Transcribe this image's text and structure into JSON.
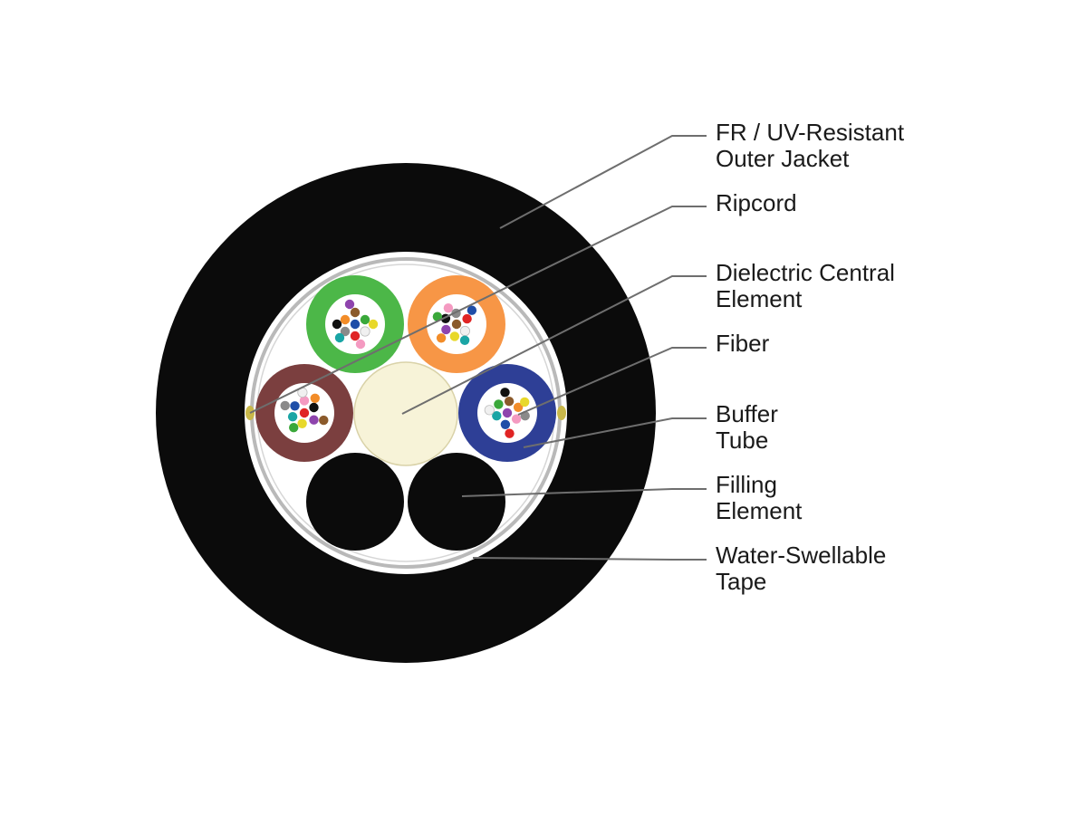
{
  "colors": {
    "jacket": "#0b0b0b",
    "core_background": "#ffffff",
    "tape": "#b9b9b9",
    "central_element": "#f7f3d8",
    "ripcord": "#c9b84a",
    "leader_line": "#6e6e6e",
    "label_text": "#1a1a1a"
  },
  "tubes": [
    {
      "name": "green-tube",
      "color": "#4cb748"
    },
    {
      "name": "orange-tube",
      "color": "#f79646"
    },
    {
      "name": "brown-tube",
      "color": "#7b3f3f"
    },
    {
      "name": "blue-tube",
      "color": "#2e3f96"
    }
  ],
  "fiber_colors": [
    "#1f4ea8",
    "#f28c28",
    "#3aa83a",
    "#8b5a2b",
    "#8a8a8a",
    "#f0f0f0",
    "#e02424",
    "#111111",
    "#e8d82a",
    "#8e44ad",
    "#f49ac1",
    "#1aa5a5"
  ],
  "labels": {
    "jacket": [
      "FR / UV-Resistant",
      "Outer Jacket"
    ],
    "ripcord": [
      "Ripcord"
    ],
    "central": [
      "Dielectric Central",
      "Element"
    ],
    "fiber": [
      "Fiber"
    ],
    "buffer": [
      "Buffer",
      "Tube"
    ],
    "filling": [
      "Filling",
      "Element"
    ],
    "tape": [
      "Water-Swellable",
      "Tape"
    ]
  }
}
